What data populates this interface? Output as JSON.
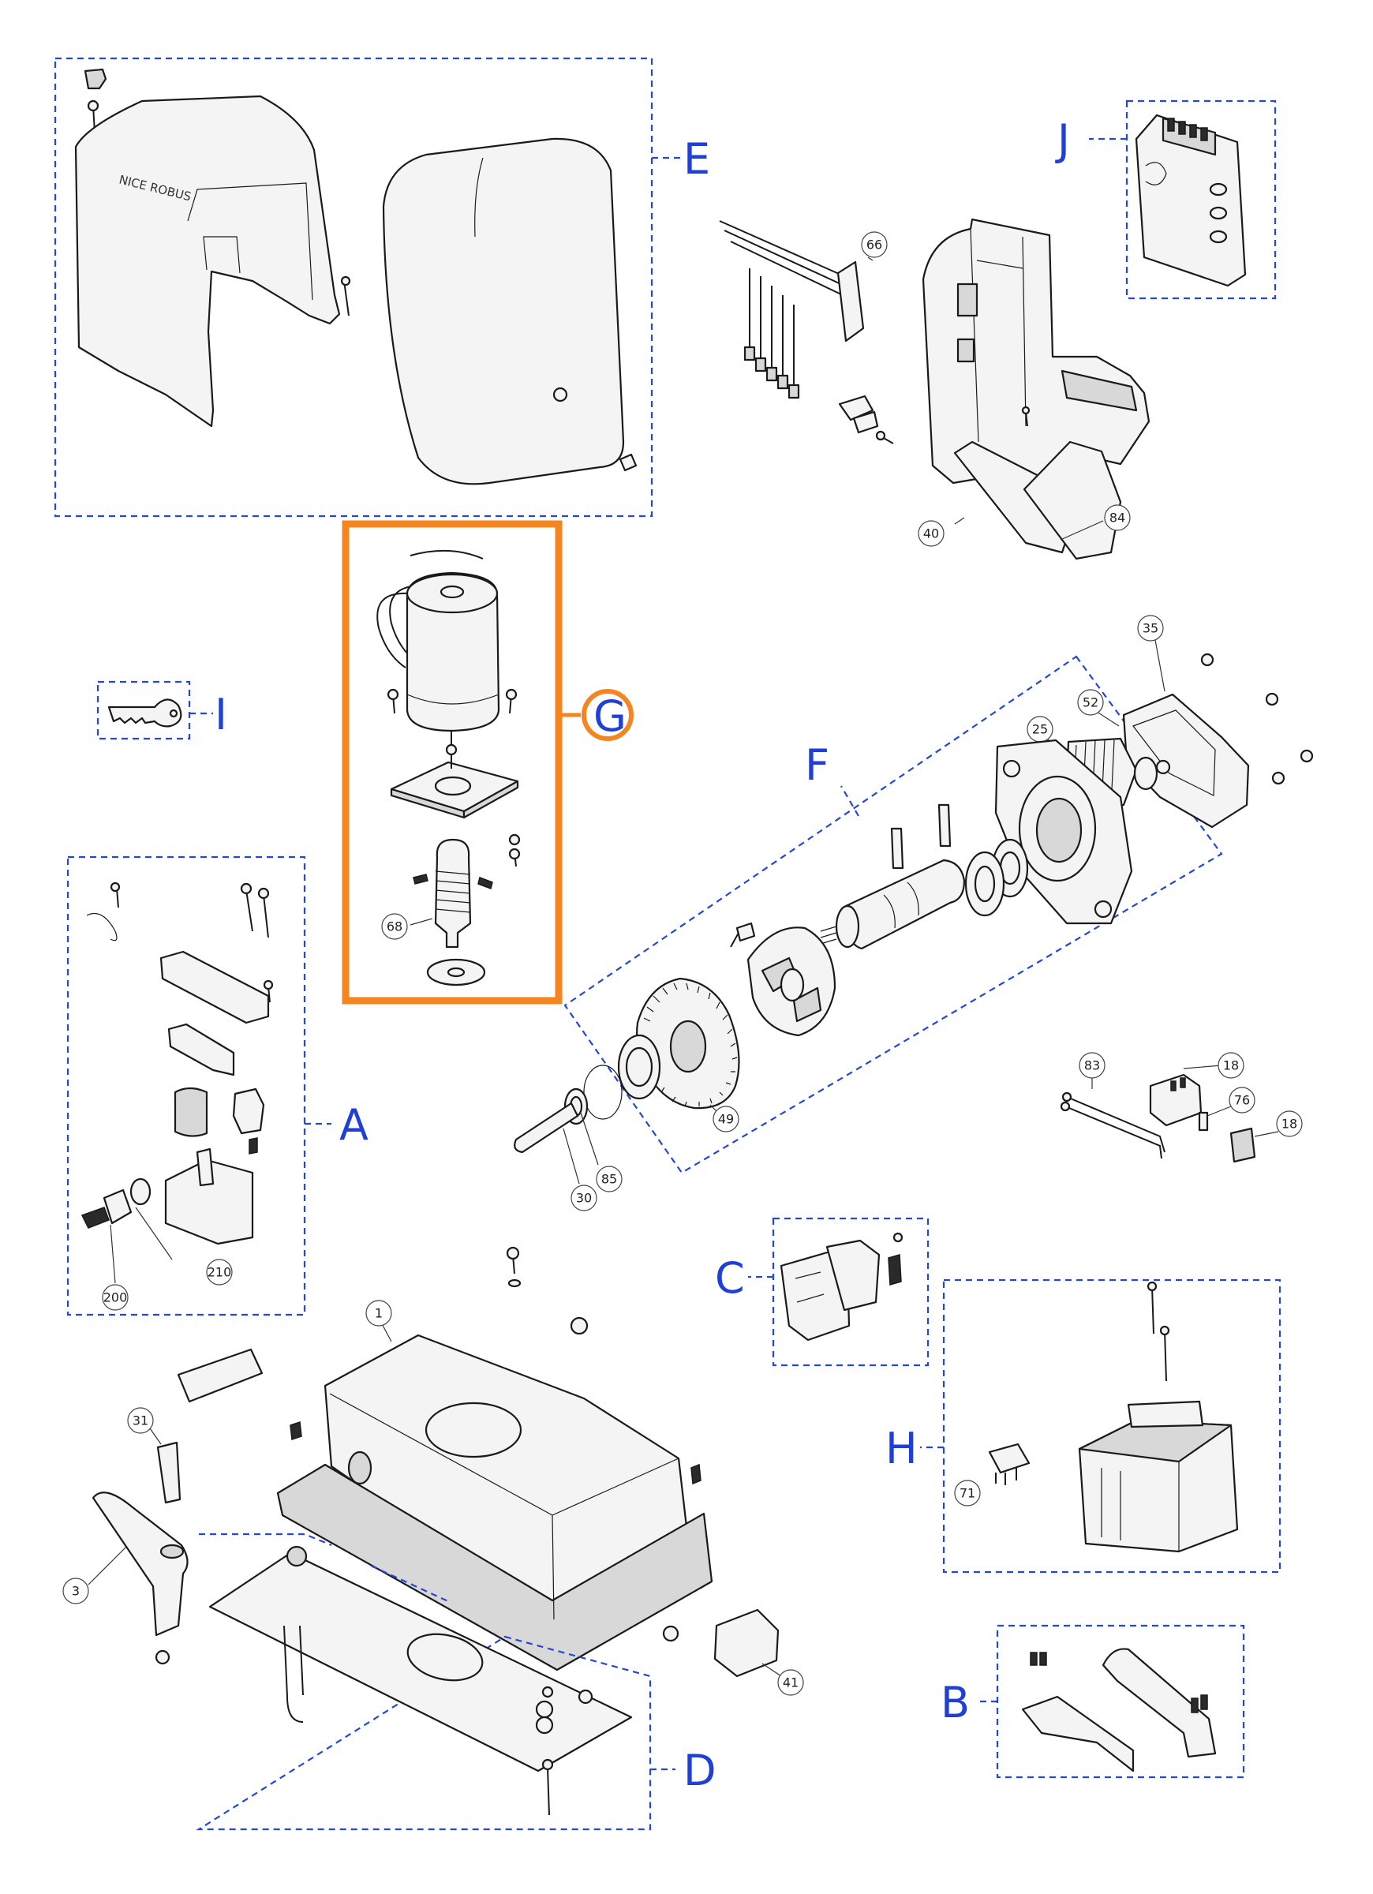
{
  "diagram": {
    "brand_text": "NICE ROBUS",
    "highlight_color": "#F5851F",
    "group_box_color": "#2347D6",
    "groups": [
      {
        "id": "E",
        "label": "E"
      },
      {
        "id": "J",
        "label": "J"
      },
      {
        "id": "G",
        "label": "G",
        "highlighted": true
      },
      {
        "id": "I",
        "label": "I"
      },
      {
        "id": "F",
        "label": "F"
      },
      {
        "id": "A",
        "label": "A"
      },
      {
        "id": "C",
        "label": "C"
      },
      {
        "id": "H",
        "label": "H"
      },
      {
        "id": "D",
        "label": "D"
      },
      {
        "id": "B",
        "label": "B"
      }
    ],
    "callouts": [
      {
        "num": "66"
      },
      {
        "num": "40"
      },
      {
        "num": "84"
      },
      {
        "num": "35"
      },
      {
        "num": "52"
      },
      {
        "num": "25"
      },
      {
        "num": "68"
      },
      {
        "num": "83"
      },
      {
        "num": "18"
      },
      {
        "num": "76"
      },
      {
        "num": "18"
      },
      {
        "num": "49"
      },
      {
        "num": "30"
      },
      {
        "num": "85"
      },
      {
        "num": "200"
      },
      {
        "num": "210"
      },
      {
        "num": "1"
      },
      {
        "num": "31"
      },
      {
        "num": "3"
      },
      {
        "num": "71"
      },
      {
        "num": "41"
      }
    ]
  }
}
